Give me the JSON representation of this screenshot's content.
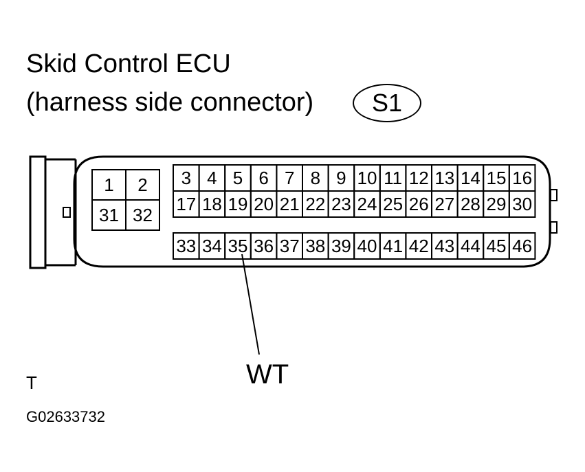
{
  "title_line1": "Skid Control ECU",
  "title_line2": "(harness side connector)",
  "connector_code": "S1",
  "pins_block_a": [
    "1",
    "2",
    "31",
    "32"
  ],
  "pins_row_top": [
    "3",
    "4",
    "5",
    "6",
    "7",
    "8",
    "9",
    "10",
    "11",
    "12",
    "13",
    "14",
    "15",
    "16"
  ],
  "pins_row_mid": [
    "17",
    "18",
    "19",
    "20",
    "21",
    "22",
    "23",
    "24",
    "25",
    "26",
    "27",
    "28",
    "29",
    "30"
  ],
  "pins_row_bottom": [
    "33",
    "34",
    "35",
    "36",
    "37",
    "38",
    "39",
    "40",
    "41",
    "42",
    "43",
    "44",
    "45",
    "46"
  ],
  "callout": {
    "pin": "35",
    "label": "WT"
  },
  "footer_letter": "T",
  "figure_code": "G02633732"
}
